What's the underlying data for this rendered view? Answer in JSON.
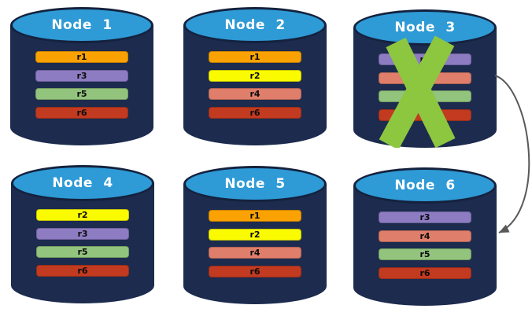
{
  "diagram": {
    "background_color": "#ffffff",
    "cylinder": {
      "cap_color": "#2E9AD6",
      "body_color": "#1C2B4E",
      "outline_color": "#14223E",
      "title_color": "#ffffff"
    },
    "nodes": [
      {
        "id": "node-1",
        "label": "Node 1",
        "failed": false,
        "replicas": [
          {
            "label": "r1",
            "color": "#F9A202"
          },
          {
            "label": "r3",
            "color": "#8E7CC3"
          },
          {
            "label": "r5",
            "color": "#93C47D"
          },
          {
            "label": "r6",
            "color": "#C23A20"
          }
        ]
      },
      {
        "id": "node-2",
        "label": "Node 2",
        "failed": false,
        "replicas": [
          {
            "label": "r1",
            "color": "#F9A202"
          },
          {
            "label": "r2",
            "color": "#FBFB00"
          },
          {
            "label": "r4",
            "color": "#DF7E6B"
          },
          {
            "label": "r6",
            "color": "#C23A20"
          }
        ]
      },
      {
        "id": "node-3",
        "label": "Node 3",
        "failed": true,
        "replicas": [
          {
            "label": "r3",
            "color": "#8E7CC3"
          },
          {
            "label": "r4",
            "color": "#DF7E6B"
          },
          {
            "label": "r5",
            "color": "#93C47D"
          },
          {
            "label": "r6",
            "color": "#C23A20"
          }
        ]
      },
      {
        "id": "node-4",
        "label": "Node 4",
        "failed": false,
        "replicas": [
          {
            "label": "r2",
            "color": "#FBFB00"
          },
          {
            "label": "r3",
            "color": "#8E7CC3"
          },
          {
            "label": "r5",
            "color": "#93C47D"
          },
          {
            "label": "r6",
            "color": "#C23A20"
          }
        ]
      },
      {
        "id": "node-5",
        "label": "Node 5",
        "failed": false,
        "replicas": [
          {
            "label": "r1",
            "color": "#F9A202"
          },
          {
            "label": "r2",
            "color": "#FBFB00"
          },
          {
            "label": "r4",
            "color": "#DF7E6B"
          },
          {
            "label": "r6",
            "color": "#C23A20"
          }
        ]
      },
      {
        "id": "node-6",
        "label": "Node 6",
        "failed": false,
        "replicas": [
          {
            "label": "r3",
            "color": "#8E7CC3"
          },
          {
            "label": "r4",
            "color": "#DF7E6B"
          },
          {
            "label": "r5",
            "color": "#93C47D"
          },
          {
            "label": "r6",
            "color": "#C23A20"
          }
        ]
      }
    ],
    "failure_x": {
      "icon": "x-mark-icon",
      "on_node": "Node 3",
      "color": "#8DC63F"
    },
    "arrow": {
      "icon": "curved-arrow-icon",
      "from": "Node 3",
      "to": "Node 6",
      "color": "#595959"
    }
  }
}
